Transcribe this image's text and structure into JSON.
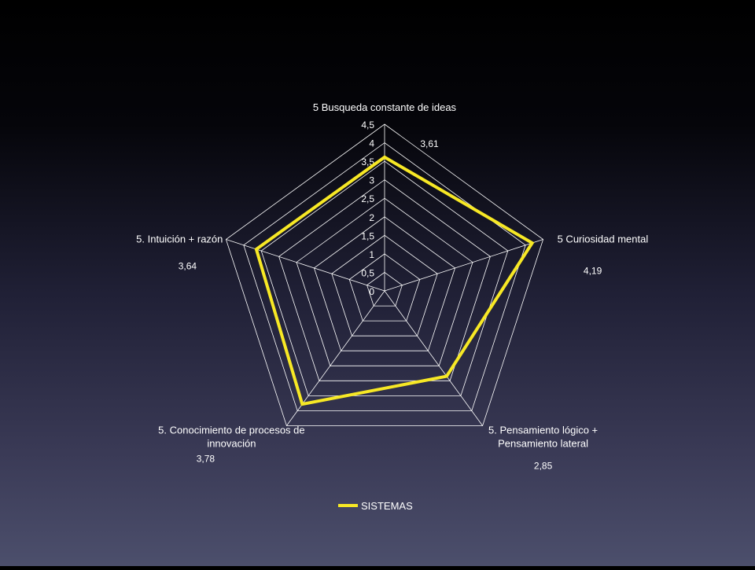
{
  "chart_data": {
    "type": "radar",
    "categories": [
      "5 Busqueda constante de ideas",
      "5 Curiosidad mental",
      "5. Pensamiento lógico + Pensamiento lateral",
      "5. Conocimiento de procesos de innovación",
      "5. Intuición + razón"
    ],
    "category_lines": [
      [
        "5 Busqueda constante de ideas"
      ],
      [
        "5 Curiosidad mental"
      ],
      [
        "5. Pensamiento lógico +",
        "Pensamiento lateral"
      ],
      [
        "5. Conocimiento de procesos de",
        "innovación"
      ],
      [
        "5. Intuición + razón"
      ]
    ],
    "series": [
      {
        "name": "SISTEMAS",
        "values": [
          3.61,
          4.19,
          2.85,
          3.78,
          3.64
        ],
        "value_labels": [
          "3,61",
          "4,19",
          "2,85",
          "3,78",
          "3,64"
        ],
        "color": "#f7e825"
      }
    ],
    "rlim": [
      0,
      4.5
    ],
    "ticks": [
      0,
      0.5,
      1,
      1.5,
      2,
      2.5,
      3,
      3.5,
      4,
      4.5
    ],
    "tick_labels": [
      "0",
      "0,5",
      "1",
      "1,5",
      "2",
      "2,5",
      "3",
      "3,5",
      "4",
      "4,5"
    ],
    "grid": true,
    "legend": "bottom",
    "colors": {
      "grid": "#ffffff",
      "text": "#ffffff"
    }
  }
}
